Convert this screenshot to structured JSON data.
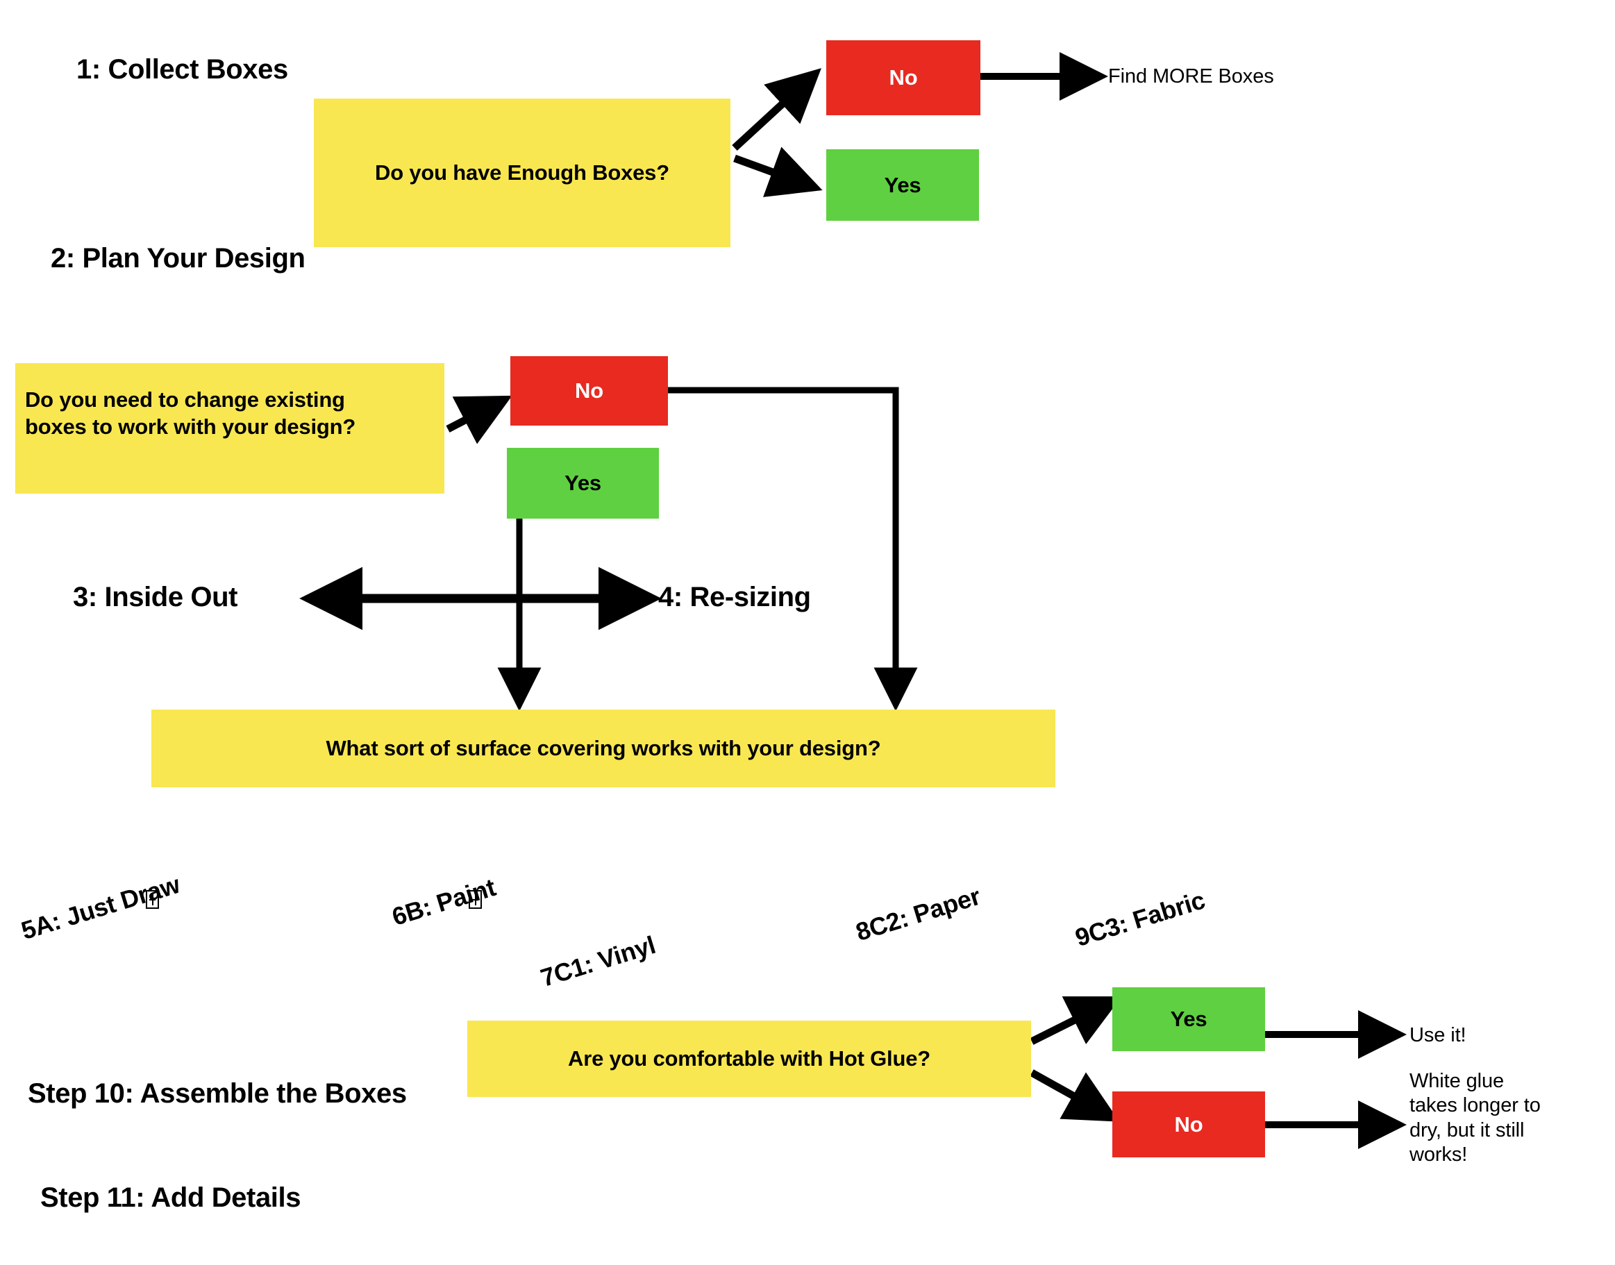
{
  "colors": {
    "yellow": "#F8E751",
    "red": "#E82A21",
    "green": "#5FD041",
    "line": "#000000",
    "background": "#FFFFFF"
  },
  "steps": {
    "step1_title": "1: Collect Boxes",
    "step2_title": "2: Plan Your Design",
    "step3_title": "3: Inside Out",
    "step4_title": "4: Re-sizing",
    "step10_title": "Step 10: Assemble the Boxes",
    "step11_title": "Step 11: Add Details"
  },
  "questions": {
    "enough_boxes": "Do you have Enough Boxes?",
    "change_existing_line1": "Do you need to change existing",
    "change_existing_line2": "boxes to work with your design?",
    "surface_covering": "What sort of surface covering works with your design?",
    "hot_glue": "Are you comfortable with Hot Glue?"
  },
  "options": {
    "no": "No",
    "yes": "Yes"
  },
  "outcomes": {
    "find_more_boxes": "Find MORE Boxes",
    "use_it": "Use it!",
    "white_glue_line1": "White glue",
    "white_glue_line2": "takes longer to",
    "white_glue_line3": "dry, but it still",
    "white_glue_line4": "works!"
  },
  "covering_options": [
    {
      "label": "5A: Just Draw",
      "has_marker": true
    },
    {
      "label": "6B: Paint",
      "has_marker": true
    },
    {
      "label": "7C1: Vinyl",
      "has_marker": false
    },
    {
      "label": "8C2: Paper",
      "has_marker": false
    },
    {
      "label": "9C3: Fabric",
      "has_marker": false
    }
  ]
}
